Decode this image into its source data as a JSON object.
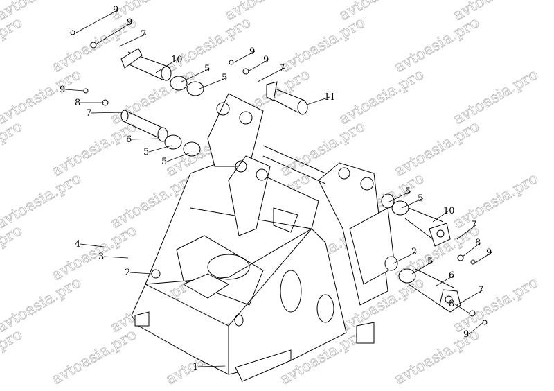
{
  "watermark": "avtoasia.pro",
  "callouts": {
    "c1": "9",
    "c2": "9",
    "c3": "7",
    "c4": "10",
    "c5": "5",
    "c6": "5",
    "c7": "9",
    "c8": "9",
    "c9": "7",
    "c10": "11",
    "c11": "9",
    "c12": "8",
    "c13": "7",
    "c14": "6",
    "c15": "5",
    "c16": "5",
    "c17": "4",
    "c18": "3",
    "c19": "2",
    "c20": "1",
    "c21": "5",
    "c22": "5",
    "c23": "10",
    "c24": "7",
    "c25": "8",
    "c26": "9",
    "c27": "2",
    "c28": "5",
    "c29": "6",
    "c30": "7",
    "c31": "8",
    "c32": "9"
  }
}
